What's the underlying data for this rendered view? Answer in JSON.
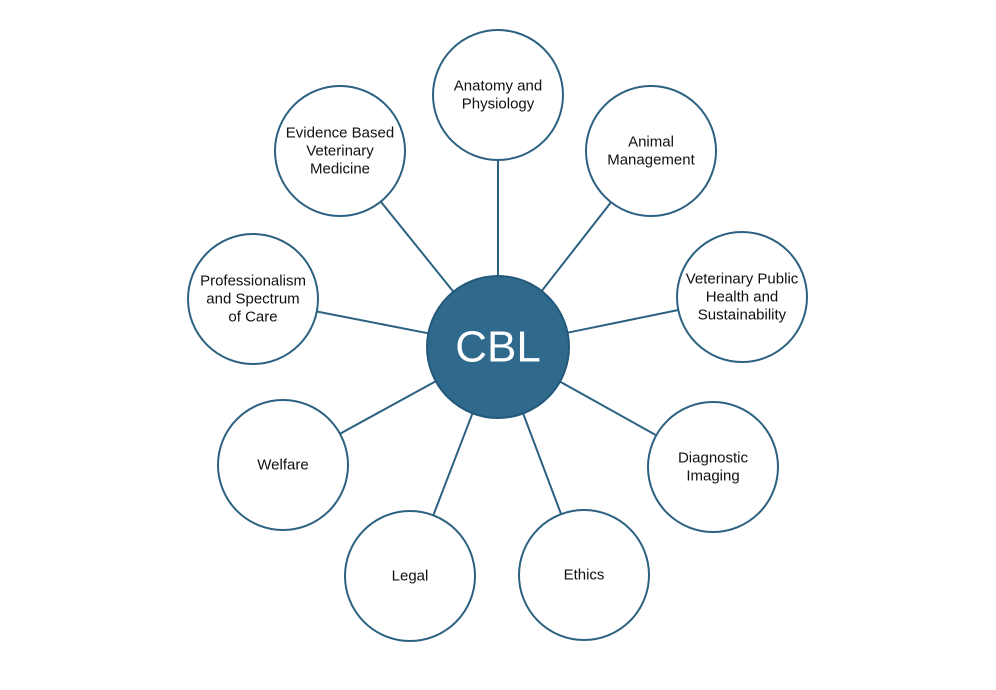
{
  "diagram": {
    "center": {
      "label": "CBL"
    },
    "nodes": [
      {
        "id": "anatomy",
        "lines": [
          "Anatomy and",
          "Physiology"
        ]
      },
      {
        "id": "animal-management",
        "lines": [
          "Animal",
          "Management"
        ]
      },
      {
        "id": "vph",
        "lines": [
          "Veterinary Public",
          "Health and",
          "Sustainability"
        ]
      },
      {
        "id": "diagnostic-imaging",
        "lines": [
          "Diagnostic",
          "Imaging"
        ]
      },
      {
        "id": "ethics",
        "lines": [
          "Ethics"
        ]
      },
      {
        "id": "legal",
        "lines": [
          "Legal"
        ]
      },
      {
        "id": "welfare",
        "lines": [
          "Welfare"
        ]
      },
      {
        "id": "professionalism",
        "lines": [
          "Professionalism",
          "and Spectrum",
          "of Care"
        ]
      },
      {
        "id": "ebvm",
        "lines": [
          "Evidence Based",
          "Veterinary",
          "Medicine"
        ]
      }
    ],
    "colors": {
      "hub_fill": "#2f6a8d",
      "stroke": "#2c6182",
      "node_fill": "#ffffff",
      "text": "#111111"
    }
  }
}
